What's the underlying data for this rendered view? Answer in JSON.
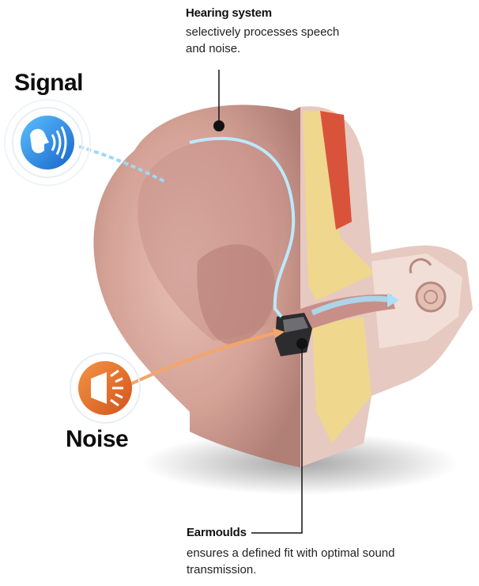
{
  "callouts": {
    "hearing_system": {
      "title": "Hearing system",
      "desc_line1": "selectively processes speech",
      "desc_line2": "and noise."
    },
    "earmoulds": {
      "title": "Earmoulds",
      "desc_line1": "ensures a defined fit with optimal sound",
      "desc_line2": "transmission."
    }
  },
  "labels": {
    "signal": "Signal",
    "noise": "Noise"
  },
  "icons": {
    "signal_icon": "speaking-head-icon",
    "noise_icon": "noise-burst-icon"
  },
  "colors": {
    "signal_blue": "#1f86e0",
    "noise_orange": "#e8702a",
    "skin": "#d8a59a",
    "flow_blue": "#9fd8f5"
  }
}
